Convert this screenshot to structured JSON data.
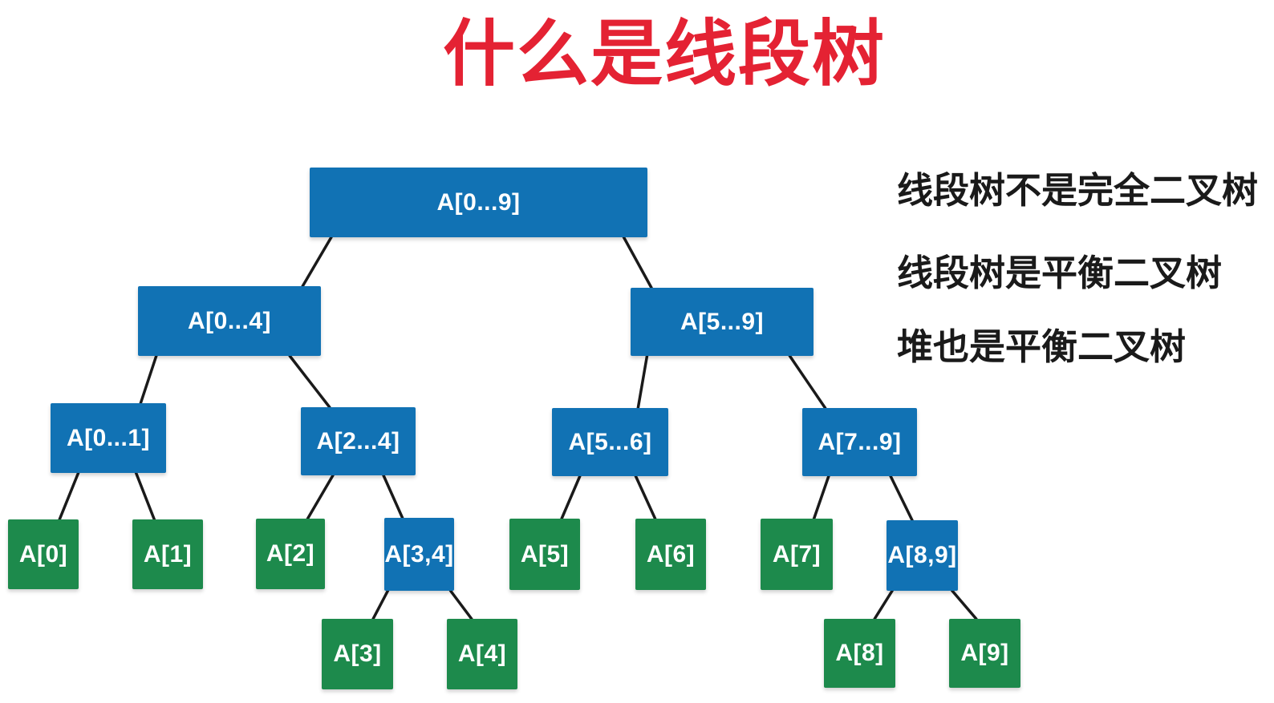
{
  "title": {
    "text": "什么是线段树",
    "color": "#e42233"
  },
  "notes": [
    "线段树不是完全二叉树",
    "线段树是平衡二叉树",
    "堆也是平衡二叉树"
  ],
  "colors": {
    "internal_node": "#1172b4",
    "leaf_node": "#1d8a4c",
    "node_text": "#ffffff",
    "edge": "#1a1a1a",
    "note_text": "#1a1a1a",
    "background": "#ffffff"
  },
  "tree": {
    "nodes": [
      {
        "id": "a0-9",
        "label": "A[0...9]",
        "kind": "internal"
      },
      {
        "id": "a0-4",
        "label": "A[0...4]",
        "kind": "internal"
      },
      {
        "id": "a5-9",
        "label": "A[5...9]",
        "kind": "internal"
      },
      {
        "id": "a0-1",
        "label": "A[0...1]",
        "kind": "internal"
      },
      {
        "id": "a2-4",
        "label": "A[2...4]",
        "kind": "internal"
      },
      {
        "id": "a5-6",
        "label": "A[5...6]",
        "kind": "internal"
      },
      {
        "id": "a7-9",
        "label": "A[7...9]",
        "kind": "internal"
      },
      {
        "id": "a0",
        "label": "A[0]",
        "kind": "leaf"
      },
      {
        "id": "a1",
        "label": "A[1]",
        "kind": "leaf"
      },
      {
        "id": "a2",
        "label": "A[2]",
        "kind": "leaf"
      },
      {
        "id": "a3-4",
        "label": "A[3,4]",
        "kind": "internal"
      },
      {
        "id": "a5",
        "label": "A[5]",
        "kind": "leaf"
      },
      {
        "id": "a6",
        "label": "A[6]",
        "kind": "leaf"
      },
      {
        "id": "a7",
        "label": "A[7]",
        "kind": "leaf"
      },
      {
        "id": "a8-9",
        "label": "A[8,9]",
        "kind": "internal"
      },
      {
        "id": "a3",
        "label": "A[3]",
        "kind": "leaf"
      },
      {
        "id": "a4",
        "label": "A[4]",
        "kind": "leaf"
      },
      {
        "id": "a8",
        "label": "A[8]",
        "kind": "leaf"
      },
      {
        "id": "a9",
        "label": "A[9]",
        "kind": "leaf"
      }
    ],
    "edges": [
      [
        "a0-9",
        "a0-4"
      ],
      [
        "a0-9",
        "a5-9"
      ],
      [
        "a0-4",
        "a0-1"
      ],
      [
        "a0-4",
        "a2-4"
      ],
      [
        "a5-9",
        "a5-6"
      ],
      [
        "a5-9",
        "a7-9"
      ],
      [
        "a0-1",
        "a0"
      ],
      [
        "a0-1",
        "a1"
      ],
      [
        "a2-4",
        "a2"
      ],
      [
        "a2-4",
        "a3-4"
      ],
      [
        "a5-6",
        "a5"
      ],
      [
        "a5-6",
        "a6"
      ],
      [
        "a7-9",
        "a7"
      ],
      [
        "a7-9",
        "a8-9"
      ],
      [
        "a3-4",
        "a3"
      ],
      [
        "a3-4",
        "a4"
      ],
      [
        "a8-9",
        "a8"
      ],
      [
        "a8-9",
        "a9"
      ]
    ]
  }
}
